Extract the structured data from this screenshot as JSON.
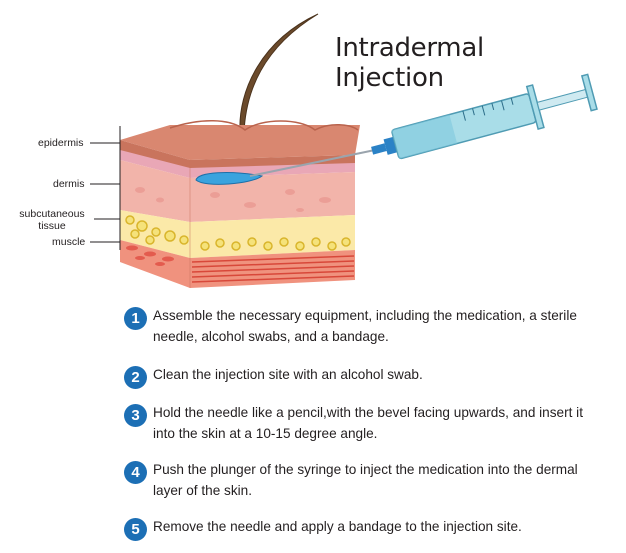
{
  "title": {
    "line1": "Intradermal",
    "line2": "Injection"
  },
  "layer_labels": {
    "epidermis": "epidermis",
    "dermis": "dermis",
    "subcutaneous_line1": "subcutaneous",
    "subcutaneous_line2": "tissue",
    "muscle": "muscle"
  },
  "steps": [
    {
      "number": "1",
      "text": "Assemble the necessary equipment, including the medication, a sterile needle, alcohol swabs, and a bandage."
    },
    {
      "number": "2",
      "text": "Clean the injection site with an alcohol swab."
    },
    {
      "number": "3",
      "text": "Hold the needle like a pencil,with the bevel facing upwards, and insert it into the skin at a 10-15 degree angle."
    },
    {
      "number": "4",
      "text": "Push the plunger of the syringe to inject the medication into the dermal layer of the skin."
    },
    {
      "number": "5",
      "text": "Remove the needle and apply a bandage to the injection site."
    }
  ],
  "colors": {
    "step_badge": "#1c6fb5",
    "epidermis": "#d98770",
    "dermis": "#f2b4aa",
    "subcutaneous": "#f5e27a",
    "muscle": "#e66c5e",
    "syringe_barrel": "#a9dde8",
    "medication": "#3aa3de"
  }
}
